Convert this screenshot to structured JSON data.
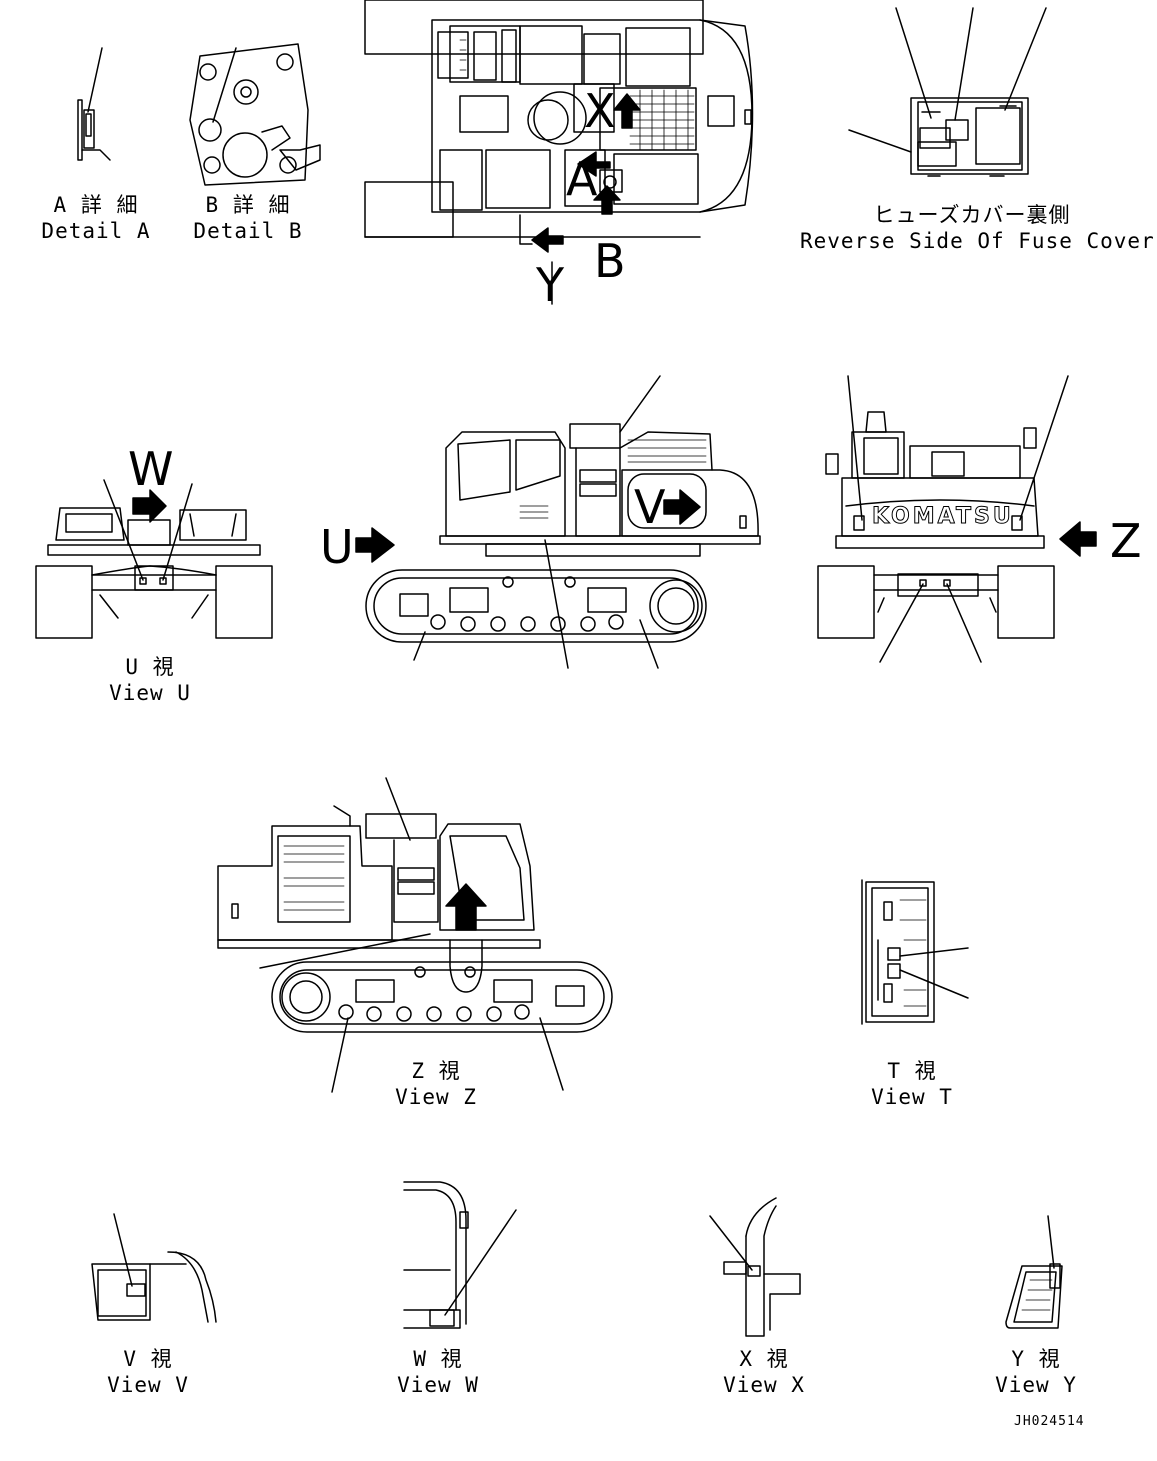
{
  "callouts": {
    "A": "A",
    "B": "B",
    "X": "X",
    "Y": "Y",
    "U": "U",
    "V": "V",
    "W": "W",
    "Z": "Z",
    "komatsu": "KOMATSU"
  },
  "views": {
    "detail_a": {
      "jp": "A 詳 細",
      "en": "Detail A"
    },
    "detail_b": {
      "jp": "B 詳 細",
      "en": "Detail B"
    },
    "fuse": {
      "jp": "ヒューズカバー裏側",
      "en": "Reverse Side Of Fuse Cover"
    },
    "view_u": {
      "jp": "U 視",
      "en": "View U"
    },
    "view_z": {
      "jp": "Z 視",
      "en": "View Z"
    },
    "view_t": {
      "jp": "T 視",
      "en": "View T"
    },
    "view_v": {
      "jp": "V 視",
      "en": "View V"
    },
    "view_w": {
      "jp": "W 視",
      "en": "View W"
    },
    "view_x": {
      "jp": "X 視",
      "en": "View X"
    },
    "view_y": {
      "jp": "Y 視",
      "en": "View Y"
    }
  },
  "drawing_number": "JH024514"
}
